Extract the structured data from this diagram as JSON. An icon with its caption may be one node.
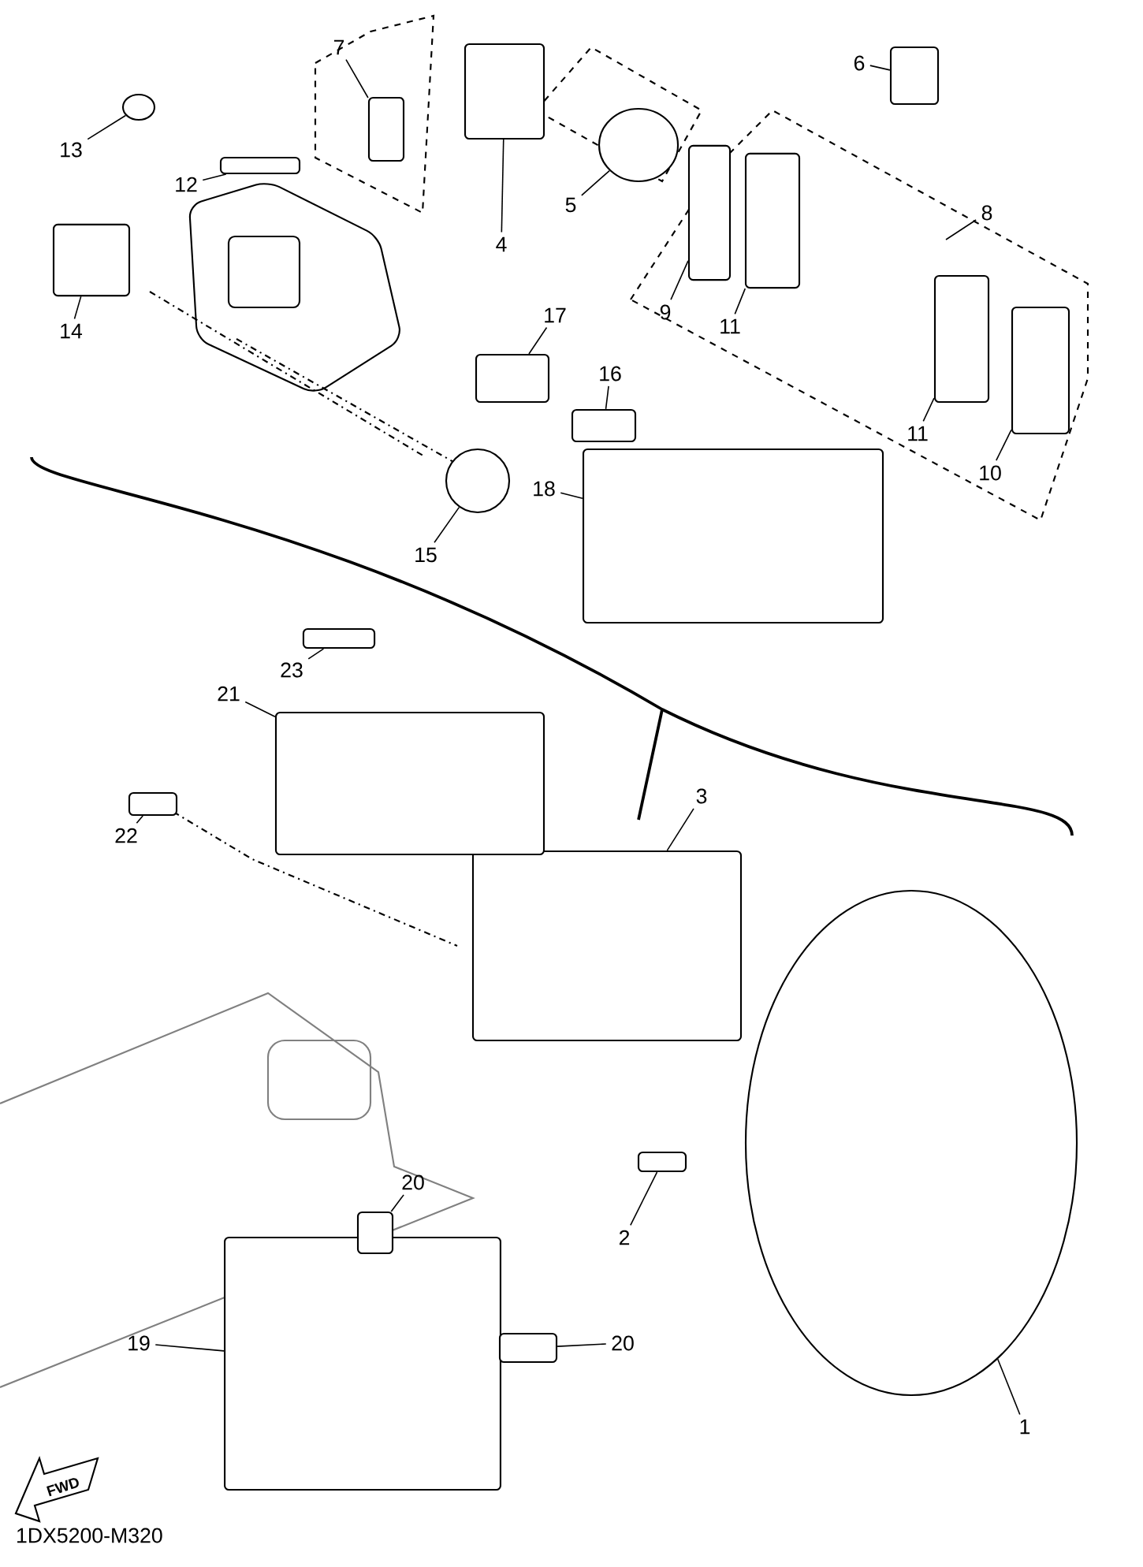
{
  "diagram": {
    "nodes": [
      {
        "text": [
          "1"
        ]
      },
      {
        "text": [],
        "shape": "circle"
      },
      {
        "text": [
          "2"
        ]
      },
      {
        "text": [],
        "shape": "box"
      },
      {
        "text": [
          "3"
        ]
      },
      {
        "text": [],
        "shape": "box"
      },
      {
        "text": [
          "4"
        ]
      },
      {
        "text": [],
        "shape": "box"
      },
      {
        "text": [
          "5"
        ]
      },
      {
        "text": [],
        "shape": "circle"
      },
      {
        "text": [
          "6"
        ]
      },
      {
        "text": [],
        "shape": "box"
      },
      {
        "text": [
          "7"
        ]
      },
      {
        "text": [],
        "shape": "box"
      },
      {
        "text": [
          "8"
        ]
      },
      {
        "text": [
          "9"
        ]
      },
      {
        "text": [],
        "shape": "box"
      },
      {
        "text": [
          "10"
        ]
      },
      {
        "text": [],
        "shape": "box"
      },
      {
        "text": [
          "11"
        ]
      },
      {
        "text": [],
        "shape": "box"
      },
      {
        "text": [
          "11"
        ]
      },
      {
        "text": [],
        "shape": "box"
      },
      {
        "text": [
          "12"
        ]
      },
      {
        "text": [],
        "shape": "box"
      },
      {
        "text": [
          "13"
        ]
      },
      {
        "text": [],
        "shape": "circle"
      },
      {
        "text": [
          "14"
        ]
      },
      {
        "text": [],
        "shape": "box"
      },
      {
        "text": [
          "15"
        ]
      },
      {
        "text": [],
        "shape": "circle"
      },
      {
        "text": [
          "16"
        ]
      },
      {
        "text": [],
        "shape": "box"
      },
      {
        "text": [
          "17"
        ]
      },
      {
        "text": [],
        "shape": "box"
      },
      {
        "text": [
          "18"
        ]
      },
      {
        "text": [],
        "shape": "box"
      },
      {
        "text": [
          "19"
        ]
      },
      {
        "text": [],
        "shape": "box"
      },
      {
        "text": [
          "20"
        ]
      },
      {
        "text": [],
        "shape": "box"
      },
      {
        "text": [
          "20"
        ]
      },
      {
        "text": [],
        "shape": "box"
      },
      {
        "text": [
          "21"
        ]
      },
      {
        "text": [],
        "shape": "box"
      },
      {
        "text": [
          "22"
        ]
      },
      {
        "text": [],
        "shape": "box"
      },
      {
        "text": [
          "23"
        ]
      },
      {
        "text": [],
        "shape": "box"
      }
    ],
    "edges": [
      {
        "from": 0,
        "to": 1,
        "arrow": "none"
      },
      {
        "from": 2,
        "to": 3,
        "arrow": "none"
      },
      {
        "from": 4,
        "to": 5,
        "arrow": "none"
      },
      {
        "from": 6,
        "to": 7,
        "arrow": "none"
      },
      {
        "from": 8,
        "to": 9,
        "arrow": "none"
      },
      {
        "from": 10,
        "to": 11,
        "arrow": "none"
      },
      {
        "from": 12,
        "to": 13,
        "arrow": "none"
      },
      {
        "from": 14,
        "to": null,
        "arrow": "none"
      },
      {
        "from": 15,
        "to": 16,
        "arrow": "none"
      },
      {
        "from": 17,
        "to": 18,
        "arrow": "none"
      },
      {
        "from": 19,
        "to": 20,
        "arrow": "none"
      },
      {
        "from": 21,
        "to": 22,
        "arrow": "none"
      },
      {
        "from": 23,
        "to": 24,
        "arrow": "none"
      },
      {
        "from": 25,
        "to": 26,
        "arrow": "none"
      },
      {
        "from": 27,
        "to": 28,
        "arrow": "none"
      },
      {
        "from": 29,
        "to": 30,
        "arrow": "none"
      },
      {
        "from": 31,
        "to": 32,
        "arrow": "none"
      },
      {
        "from": 33,
        "to": 34,
        "arrow": "none"
      },
      {
        "from": 35,
        "to": 36,
        "arrow": "none"
      },
      {
        "from": 37,
        "to": 38,
        "arrow": "none"
      },
      {
        "from": 39,
        "to": 40,
        "arrow": "none"
      },
      {
        "from": 41,
        "to": 42,
        "arrow": "none"
      },
      {
        "from": 43,
        "to": 44,
        "arrow": "none"
      },
      {
        "from": 45,
        "to": 46,
        "arrow": "none"
      },
      {
        "from": 47,
        "to": 48,
        "arrow": "none"
      }
    ],
    "labels": [
      "FWD",
      "1DX5200-M320"
    ]
  }
}
